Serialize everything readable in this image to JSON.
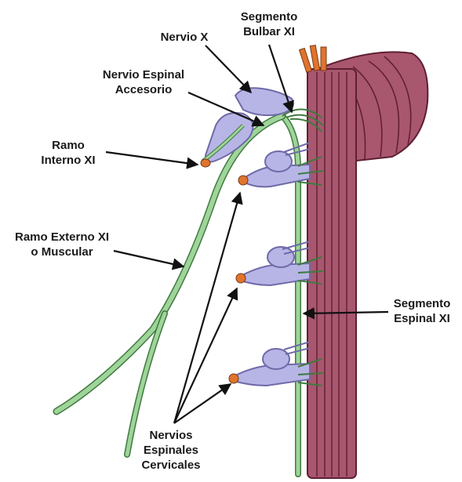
{
  "labels": {
    "segmento_bulbar": [
      "Segmento",
      "Bulbar XI"
    ],
    "nervio_x": "Nervio X",
    "nervio_espinal": [
      "Nervio Espinal",
      "Accesorio"
    ],
    "ramo_interno": [
      "Ramo",
      "Interno XI"
    ],
    "ramo_externo": [
      "Ramo Externo XI",
      "o Muscular"
    ],
    "segmento_espinal": [
      "Segmento",
      "Espinal XI"
    ],
    "nervios_espinales": [
      "Nervios",
      "Espinales",
      "Cervicales"
    ]
  },
  "colors": {
    "spinal_cord": "#a9566f",
    "spinal_cord_dark": "#7a2f47",
    "nerve_green": "#9fd49a",
    "nerve_green_dark": "#3f7a3f",
    "ganglion": "#b7b5e6",
    "ganglion_dark": "#6f6aa8",
    "cut_end": "#e0742e",
    "arrow": "#111111"
  }
}
